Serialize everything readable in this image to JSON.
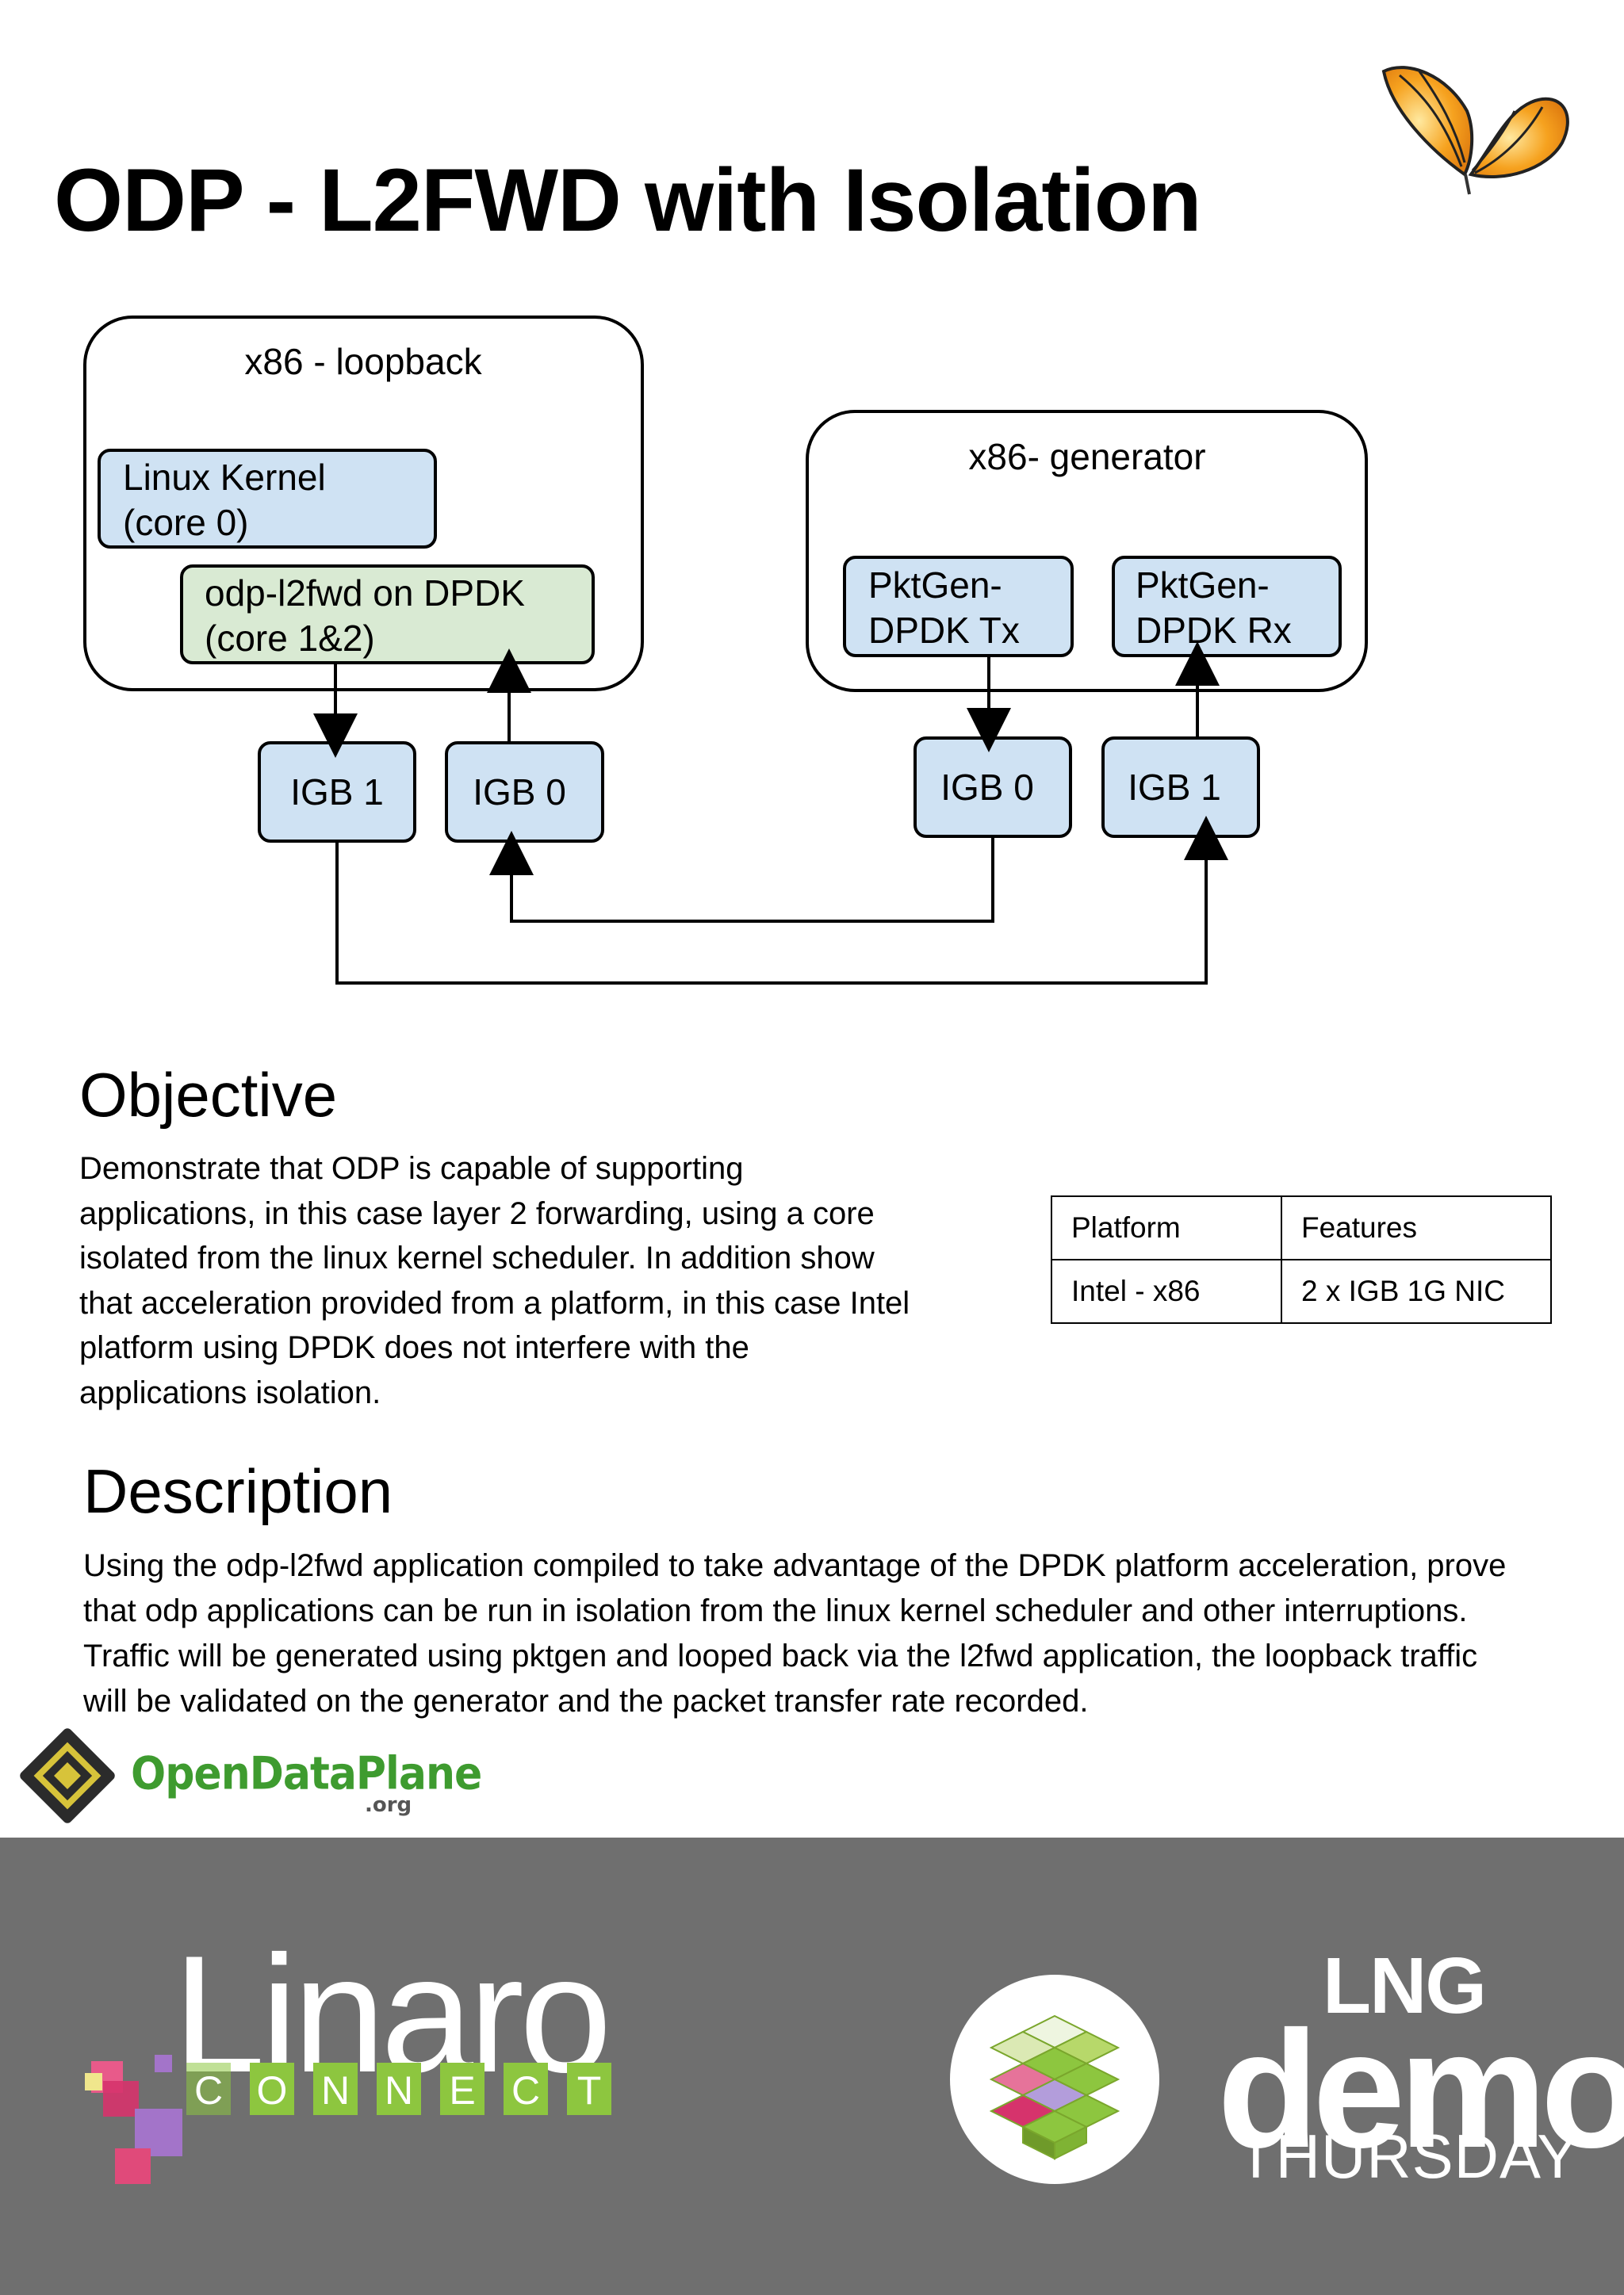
{
  "page": {
    "title": "ODP - L2FWD with Isolation"
  },
  "diagram": {
    "loopback_host": {
      "label": "x86 - loopback",
      "kernel_line1": "Linux Kernel",
      "kernel_line2": "(core 0)",
      "l2fwd_line1": "odp-l2fwd on DPDK",
      "l2fwd_line2": "(core 1&2)",
      "port_a": "IGB 1",
      "port_b": "IGB 0"
    },
    "generator_host": {
      "label": "x86- generator",
      "tx_line1": "PktGen-",
      "tx_line2": "DPDK Tx",
      "rx_line1": "PktGen-",
      "rx_line2": "DPDK Rx",
      "port_a": "IGB 0",
      "port_b": "IGB 1"
    },
    "colors": {
      "blue_box": "#cfe2f3",
      "green_box": "#d9ead3",
      "stroke": "#000000"
    }
  },
  "objective": {
    "heading": "Objective",
    "text": "Demonstrate that ODP is capable of supporting\napplications, in this case  layer 2 forwarding, using a core\nisolated from the linux kernel scheduler. In addition show\nthat acceleration provided from a platform, in this case Intel\nplatform using DPDK does not interfere with the\napplications isolation."
  },
  "features_table": {
    "headers": [
      "Platform",
      "Features"
    ],
    "rows": [
      [
        "Intel - x86",
        "2 x IGB 1G NIC"
      ]
    ]
  },
  "description": {
    "heading": "Description",
    "text": "Using the odp-l2fwd application compiled to take advantage of the DPDK platform acceleration, prove\nthat odp applications can be run in isolation from the linux kernel scheduler and other interruptions.\nTraffic will be generated using pktgen and looped back via the l2fwd application, the loopback traffic\nwill be validated on the generator  and the packet transfer rate recorded."
  },
  "logos": {
    "odp_name": "OpenDataPlane",
    "odp_suffix": ".org",
    "linaro": "Linaro",
    "connect_letters": [
      "C",
      "O",
      "N",
      "N",
      "E",
      "C",
      "T"
    ],
    "lng": "LNG",
    "demo": "demo",
    "day": "THURSDAY",
    "odp_green": "#3e9b2f",
    "connect_green": "#8dc63f",
    "footer_gray": "#6f6f6f"
  }
}
